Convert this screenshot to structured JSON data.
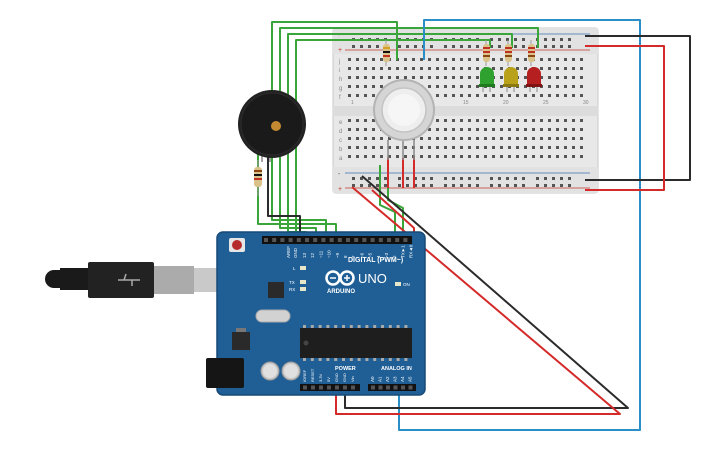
{
  "board": {
    "logo_text": "UNO",
    "brand": "ARDUINO",
    "digital_label": "DIGITAL (PWM~)",
    "analog_label": "ANALOG IN",
    "power_label": "POWER",
    "on_label": "ON",
    "led_l_label": "L",
    "tx_label": "TX",
    "rx_label": "RX",
    "aref_label": "AREF",
    "gnd_label": "GND",
    "digital_pins": [
      "13",
      "12",
      "~11",
      "~10",
      "~9",
      "8",
      "7",
      "~6",
      "~5",
      "4",
      "~3",
      "2",
      "TX►1",
      "RX◄0"
    ],
    "power_pins": [
      "IOREF",
      "RESET",
      "3.3V",
      "5V",
      "GND",
      "GND",
      "Vin"
    ],
    "analog_pins": [
      "A0",
      "A1",
      "A2",
      "A3",
      "A4",
      "A5"
    ]
  },
  "breadboard": {
    "row_letters_top": [
      "j",
      "i",
      "h",
      "g",
      "f"
    ],
    "row_letters_bottom": [
      "e",
      "d",
      "c",
      "b",
      "a"
    ],
    "column_numbers": [
      "1",
      "5",
      "10",
      "15",
      "20",
      "25",
      "30"
    ],
    "rail_plus": "+",
    "rail_minus": "-"
  },
  "colors": {
    "board": "#1f5f96",
    "board_dark": "#174a76",
    "breadboard": "#e9e9e9",
    "wire_green": "#3aa63a",
    "wire_black": "#2b2b2b",
    "wire_red": "#d42a2a",
    "wire_blue": "#2a8fc6",
    "led_green": "#2ea12e",
    "led_yellow": "#b9a11a",
    "led_red": "#b51f1f"
  },
  "icons": {
    "usb_cable": "usb-cable-icon",
    "buzzer": "piezo-buzzer-icon",
    "gas_sensor": "gas-sensor-icon"
  }
}
